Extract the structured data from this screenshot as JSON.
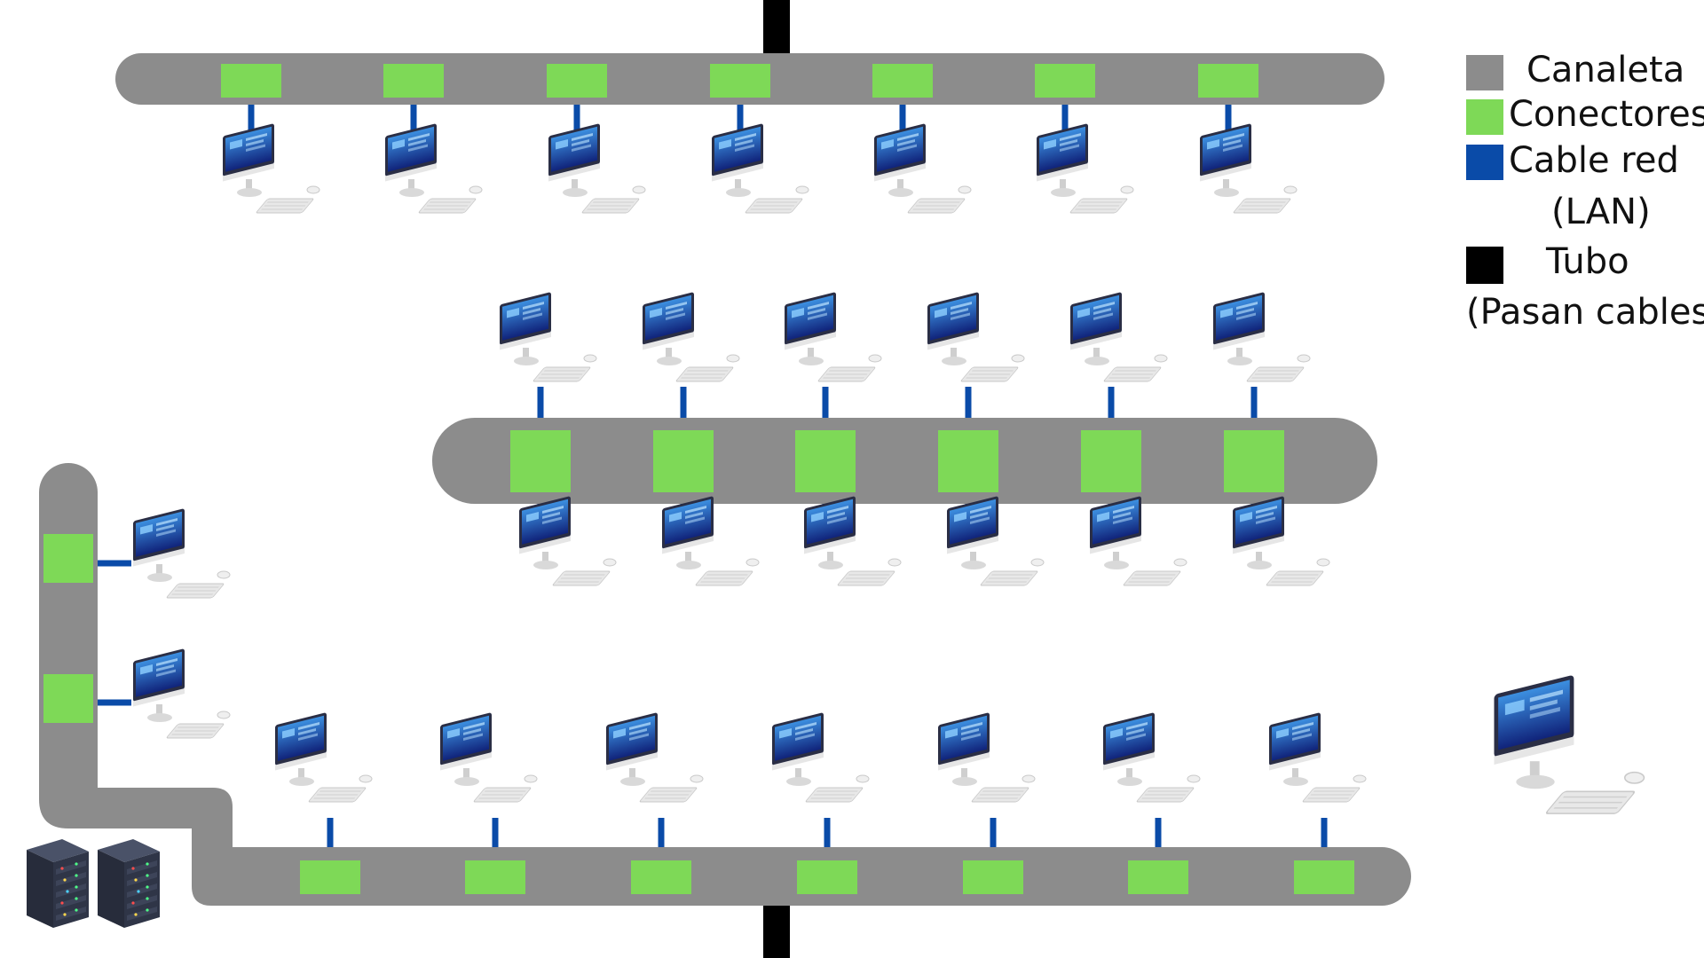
{
  "colors": {
    "canaleta": "#8c8c8c",
    "conectores": "#7ed957",
    "cable": "#0a4ba8",
    "tubo": "#000000",
    "monitor_frame": "#2a2e45",
    "screen_top": "#3c8fe0",
    "screen_bottom": "#10237a",
    "keyboard": "#e8e8e8",
    "server": "#2f3547"
  },
  "legend": {
    "canaleta": "Canaleta",
    "conectores": "Conectores",
    "cable_line1": "Cable red",
    "cable_line2": "(LAN)",
    "tubo_line1": "Tubo",
    "tubo_line2": "(Pasan cables)"
  },
  "icons": {
    "workstation": "desktop-computer-icon",
    "server": "server-rack-icon"
  },
  "layout_summary": {
    "row_top_workstations": 7,
    "row_middle_workstations_above": 6,
    "row_middle_workstations_below": 6,
    "left_column_workstations": 2,
    "row_bottom_workstations": 7,
    "server_racks": 2,
    "standalone_workstation": 1
  }
}
